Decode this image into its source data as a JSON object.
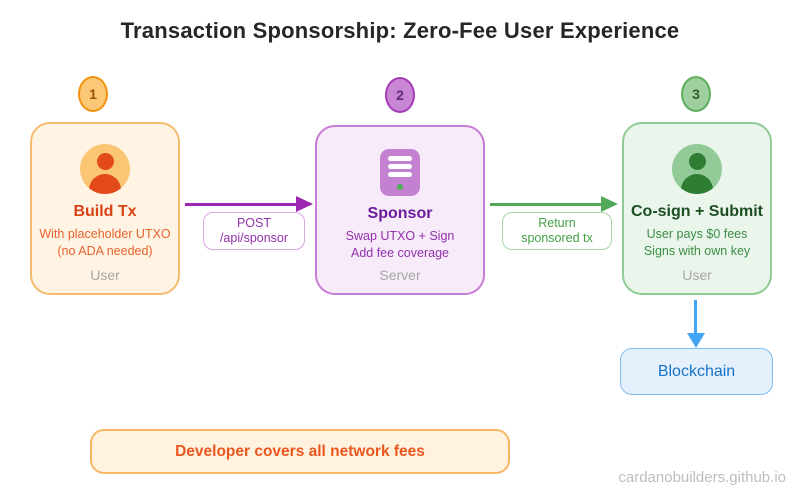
{
  "title": "Transaction Sponsorship: Zero-Fee User Experience",
  "steps": [
    {
      "number": "1",
      "title": "Build Tx",
      "desc_line1": "With placeholder UTXO",
      "desc_line2": "(no ADA needed)",
      "role": "User",
      "icon": "user-icon",
      "accent": "#e8622d",
      "border": "#f5ba6d",
      "fill": "#fff4e3"
    },
    {
      "number": "2",
      "title": "Sponsor",
      "desc_line1": "Swap UTXO + Sign",
      "desc_line2": "Add fee coverage",
      "role": "Server",
      "icon": "server-icon",
      "accent": "#9231ac",
      "border": "#c77dd4",
      "fill": "#f7ebf9"
    },
    {
      "number": "3",
      "title": "Co-sign + Submit",
      "desc_line1": "User pays $0 fees",
      "desc_line2": "Signs with own key",
      "role": "User",
      "icon": "user-icon",
      "accent": "#3c8d45",
      "border": "#8fcb95",
      "fill": "#eaf5ec"
    }
  ],
  "arrows": [
    {
      "label_line1": "POST",
      "label_line2": "/api/sponsor",
      "color": "#9c27b0",
      "direction": "right"
    },
    {
      "label_line1": "Return",
      "label_line2": "sponsored tx",
      "color": "#52a95a",
      "direction": "right"
    },
    {
      "label_line1": "",
      "label_line2": "",
      "color": "#42a5f5",
      "direction": "down"
    }
  ],
  "blockchain": {
    "label": "Blockchain",
    "fill": "#e4f1fc",
    "border": "#7fbcee",
    "text_color": "#1773c8"
  },
  "banner": {
    "text": "Developer covers all network fees",
    "fill": "#fff3e0",
    "border": "#f8b765",
    "text_color": "#e9571e"
  },
  "footer": {
    "text": "cardanobuilders.github.io"
  }
}
